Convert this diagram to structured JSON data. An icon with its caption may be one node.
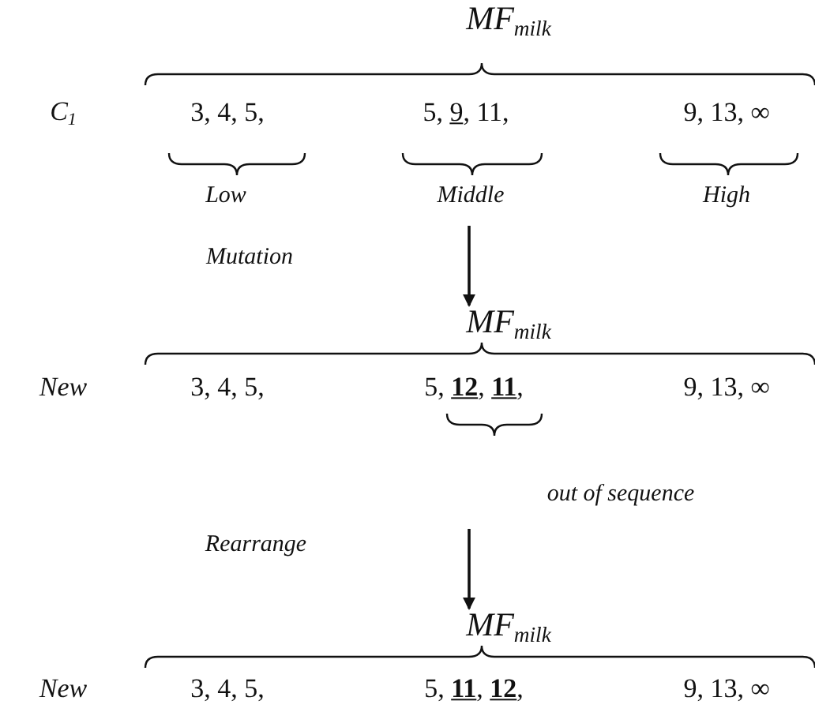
{
  "diagram": {
    "nodes": [
      {
        "text": [
          "MF$_{milk}$"
        ]
      },
      {
        "text": [
          "MF$_{milk}$"
        ]
      }
    ],
    "edges": [
      {
        "from": null,
        "to": 0,
        "arrow": "to"
      },
      {
        "from": null,
        "to": 1,
        "arrow": "to"
      }
    ],
    "labels": [
      "MF$_{milk}$",
      "C$_{1}$",
      "3, 4, 5,",
      "5, *9*, 11,",
      "9, 13, ∞",
      "Low",
      "Middle",
      "High",
      "Mutation",
      "New",
      "3, 4, 5,",
      "5, **12**, **11**,",
      "9, 13, ∞",
      "out of sequence",
      "Rearrange",
      "New",
      "3, 4, 5,",
      "5, **11**, **12**,",
      "9, 13, ∞"
    ]
  }
}
